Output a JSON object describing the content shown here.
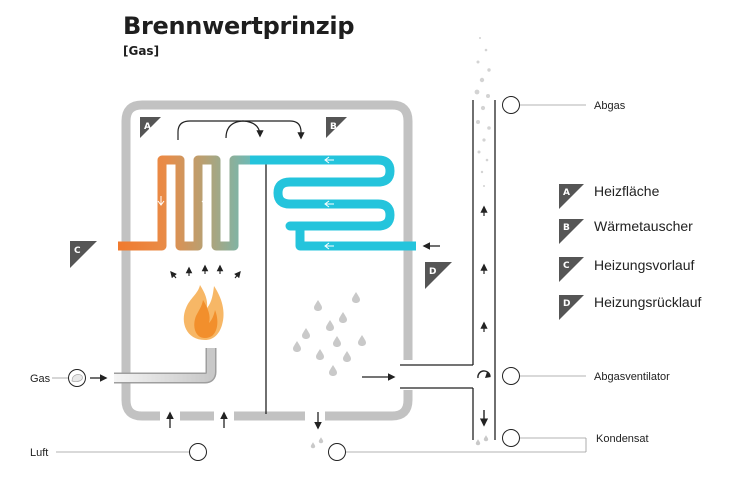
{
  "title": "Brennwertprinzip",
  "subtitle": "[Gas]",
  "colors": {
    "casing": "#c2c2c2",
    "hot_pipe": "#f08a3a",
    "cool_pipe": "#24c4dc",
    "flame": "#f39a2a",
    "droplet": "#c9c9c9",
    "tag": "#555555",
    "line": "#222222"
  },
  "tags": {
    "a": "A",
    "b": "B",
    "c": "C",
    "d": "D"
  },
  "legend": [
    {
      "letter": "A",
      "label": "Heizfläche"
    },
    {
      "letter": "B",
      "label": "Wärmetauscher"
    },
    {
      "letter": "C",
      "label": "Heizungsvorlauf"
    },
    {
      "letter": "D",
      "label": "Heizungsrücklauf"
    }
  ],
  "callouts": {
    "abgas": "Abgas",
    "abgasventilator": "Abgasventilator",
    "kondensat": "Kondensat",
    "gas": "Gas",
    "luft": "Luft"
  }
}
